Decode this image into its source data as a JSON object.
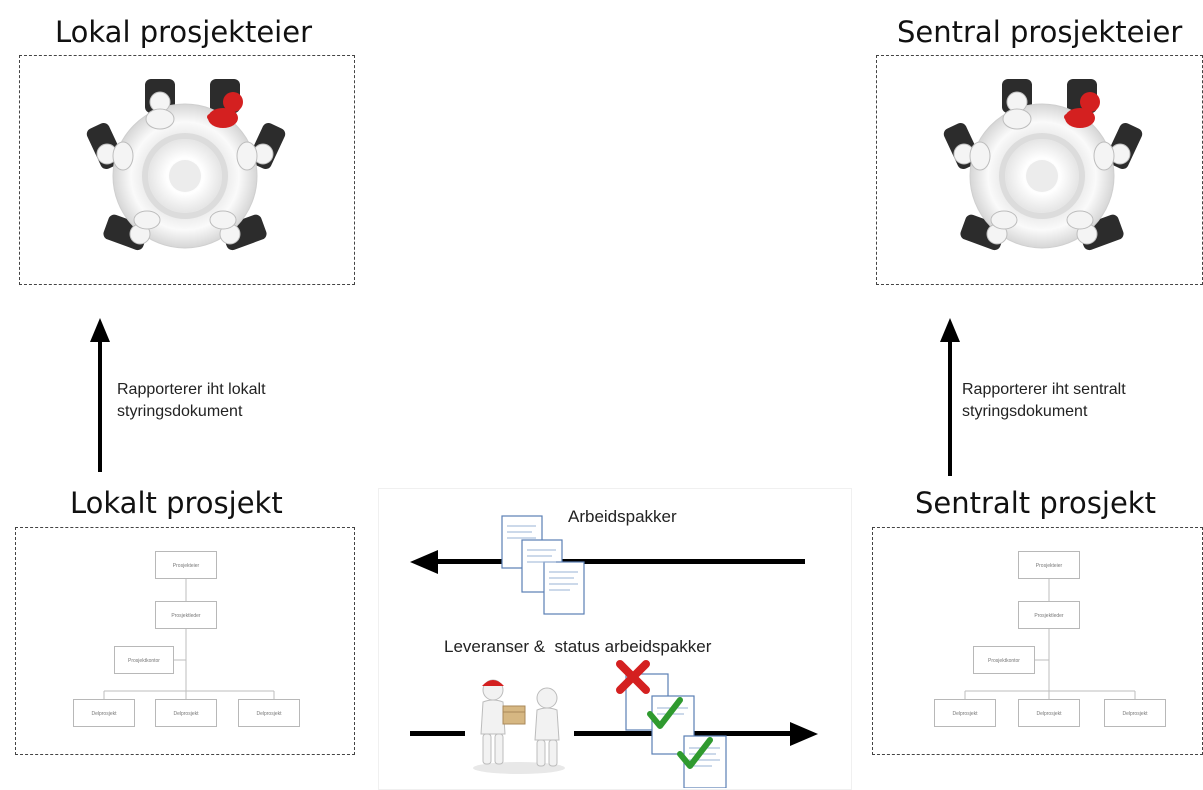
{
  "left": {
    "top_title": "Lokal prosjekteier",
    "bottom_title": "Lokalt prosjekt",
    "report_text": "Rapporterer iht lokalt styringsdokument",
    "org": {
      "owner": "Prosjekteier",
      "leader": "Prosjektleder",
      "office": "Prosjektkontor",
      "subs": [
        "Delprosjekt",
        "Delprosjekt",
        "Delprosjekt"
      ]
    }
  },
  "right": {
    "top_title": "Sentral prosjekteier",
    "bottom_title": "Sentralt prosjekt",
    "report_text": "Rapporterer iht sentralt styringsdokument",
    "org": {
      "owner": "Prosjekteier",
      "leader": "Prosjektleder",
      "office": "Prosjektkontor",
      "subs": [
        "Delprosjekt",
        "Delprosjekt",
        "Delprosjekt"
      ]
    }
  },
  "middle": {
    "work_packages_label": "Arbeidspakker",
    "deliveries_label": "Leveranser &  status arbeidspakker"
  },
  "colors": {
    "arrow": "#000000",
    "accent_red": "#d42020",
    "check_green": "#2f9a2f"
  }
}
